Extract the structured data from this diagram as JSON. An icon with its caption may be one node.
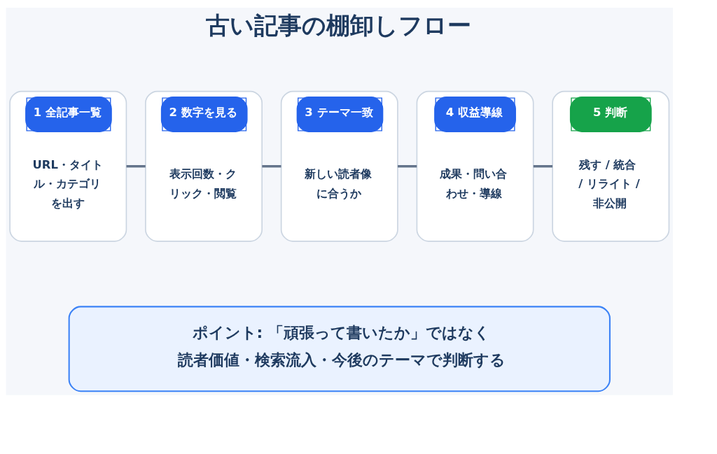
{
  "diagram": {
    "title": "古い記事の棚卸しフロー",
    "nodes": [
      {
        "text": [
          "1 全記事一覧",
          "URL・タイトル・カテゴリを出す"
        ]
      },
      {
        "text": [
          "2 数字を見る",
          "表示回数・クリック・閲覧"
        ]
      },
      {
        "text": [
          "3 テーマ一致",
          "新しい読者像に合うか"
        ]
      },
      {
        "text": [
          "4 収益導線",
          "成果・問い合わせ・導線"
        ]
      },
      {
        "text": [
          "5 判断",
          "残す / 統合 / リライト / 非公開"
        ]
      },
      {
        "text": [
          "ポイント: 「頑張って書いたか」ではなく読者価値・検索流入・今後のテーマで判断する"
        ]
      }
    ],
    "edges": [
      {
        "from": 0,
        "to": 1,
        "arrow": "none"
      },
      {
        "from": 1,
        "to": 2,
        "arrow": "none"
      },
      {
        "from": 2,
        "to": 3,
        "arrow": "none"
      },
      {
        "from": 3,
        "to": 4,
        "arrow": "none"
      }
    ]
  }
}
